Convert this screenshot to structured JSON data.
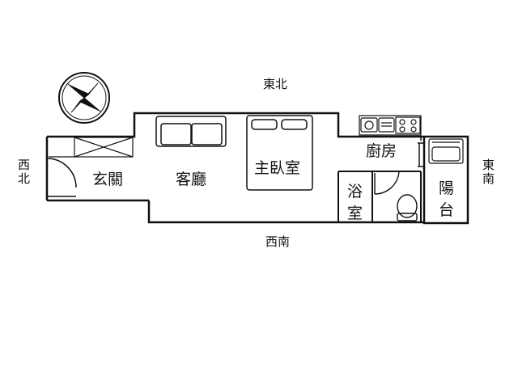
{
  "directions": {
    "top": "東北",
    "bottom": "西南",
    "left": "西北",
    "right": "東南"
  },
  "rooms": {
    "entrance": "玄關",
    "living_room": "客廳",
    "master_bedroom": "主臥室",
    "kitchen": "廚房",
    "bathroom": "浴室",
    "balcony": "陽台"
  }
}
